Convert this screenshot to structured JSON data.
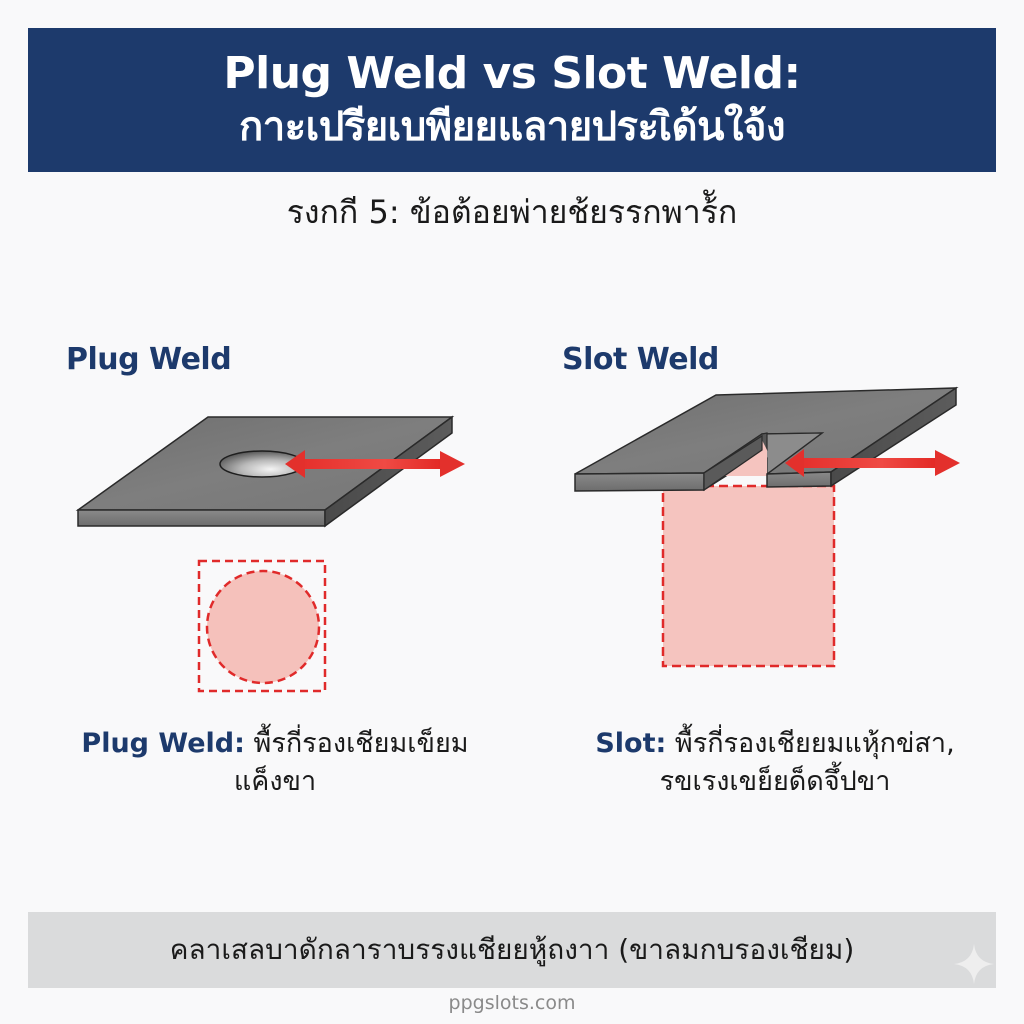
{
  "header": {
    "title_line1": "Plug Weld vs Slot Weld:",
    "title_line2": "กาะเปรียเบพียยแลายประเิด้นใจ้ง"
  },
  "subtitle": "รงกกี 5: ข้อต้อยพ่ายช้ยรรกพาร้ัก",
  "plug": {
    "heading": "Plug Weld",
    "caption_label": "Plug Weld:",
    "caption_text_line1": "พื้รกี่รองเชียมเข็ยม",
    "caption_text_line2": "แค็งขา",
    "shape": "circle",
    "icons": [
      "steel-plate-icon",
      "round-hole-icon",
      "double-arrow-icon",
      "dashed-circle-weld-area-icon"
    ]
  },
  "slot": {
    "heading": "Slot Weld",
    "caption_label": "Slot:",
    "caption_text_line1": "พื้รกี่รองเชียยมแหุ้กข่สา,",
    "caption_text_line2": "รขเรงเขย็ยด็ดจึ้ปขา",
    "shape": "rectangle",
    "icons": [
      "slotted-steel-plate-icon",
      "double-arrow-icon",
      "dashed-rectangle-weld-area-icon"
    ]
  },
  "footer": {
    "text": "คลาเสลบาดักลาราบรรงแชียยหู้ถงาา (ขาลมกบรองเชียม)",
    "icon": "sparkle-icon"
  },
  "watermark": "ppgslots.com",
  "colors": {
    "banner": "#1d3a6c",
    "heading": "#1d3a6c",
    "plate_top": "#7a7a7a",
    "plate_side": "#5f5f5f",
    "arrow": "#e03030",
    "weld_area_fill": "#f5c4bf",
    "weld_area_stroke": "#e02a2a",
    "footer_bar": "#dadbdc",
    "watermark": "#8a8a8a"
  }
}
